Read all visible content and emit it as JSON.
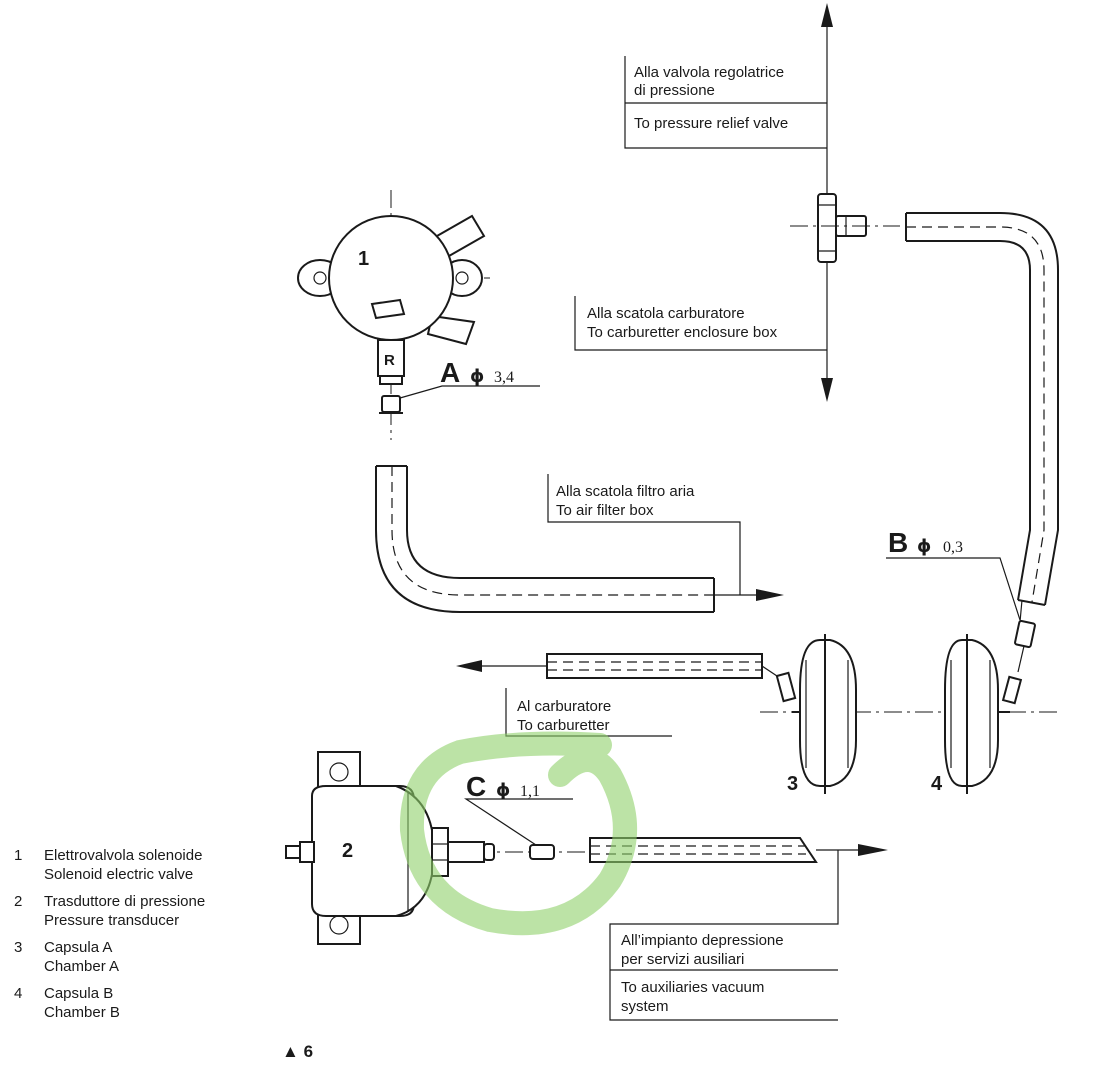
{
  "labels": {
    "pressure_relief_it": [
      "Alla valvola regolatrice",
      "di pressione"
    ],
    "pressure_relief_en": "To pressure relief valve",
    "carb_enclosure_it": "Alla scatola carburatore",
    "carb_enclosure_en": "To carburetter enclosure box",
    "air_filter_it": "Alla scatola filtro aria",
    "air_filter_en": "To air filter box",
    "carburettor_it": "Al carburatore",
    "carburettor_en": "To carburetter",
    "vacuum_it": [
      "All’impianto depressione",
      "per servizi ausiliari"
    ],
    "vacuum_en": [
      "To auxiliaries vacuum",
      "system"
    ]
  },
  "parts": {
    "p1": "1",
    "p2": "2",
    "p3": "3",
    "p4": "4",
    "r_mark": "R"
  },
  "orifices": {
    "a": {
      "letter": "A",
      "symbol": "ϕ",
      "value": "3,4"
    },
    "b": {
      "letter": "B",
      "symbol": "ϕ",
      "value": "0,3"
    },
    "c": {
      "letter": "C",
      "symbol": "ϕ",
      "value": "1,1"
    }
  },
  "legend": [
    {
      "num": "1",
      "it": "Elettrovalvola solenoide",
      "en": "Solenoid electric valve"
    },
    {
      "num": "2",
      "it": "Trasduttore di pressione",
      "en": "Pressure transducer"
    },
    {
      "num": "3",
      "it": "Capsula A",
      "en": "Chamber A"
    },
    {
      "num": "4",
      "it": "Capsula B",
      "en": "Chamber B"
    }
  ],
  "figure": {
    "marker": "▲",
    "number": "6"
  },
  "colors": {
    "ink": "#1a1a1a",
    "highlight": "#8fd16a"
  }
}
